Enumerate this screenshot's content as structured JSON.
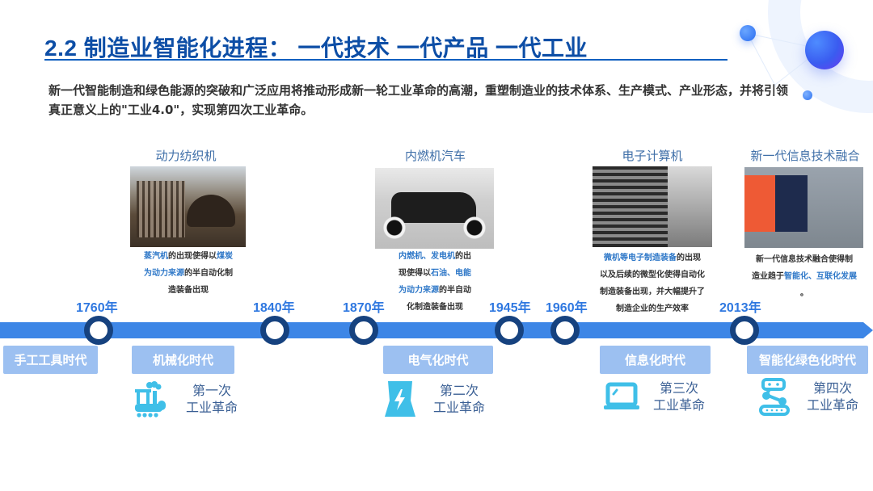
{
  "title": "2.2 制造业智能化进程： 一代技术 一代产品 一代工业",
  "intro": "新一代智能制造和绿色能源的突破和广泛应用将推动形成新一轮工业革命的高潮，重塑制造业的技术体系、生产模式、产业形态，并将引领真正意义上的\"工业4.0\"，实现第四次工业革命。",
  "colors": {
    "title": "#0d4ea6",
    "timeline_bar": "#3d86e6",
    "node_ring": "#16427f",
    "year": "#2f78e0",
    "era_box": "#9cc0f1",
    "icon": "#3fbfe8",
    "highlight": "#2f78c8"
  },
  "cards": [
    {
      "title": "动力纺织机",
      "image": "loom-photo",
      "desc": [
        [
          {
            "t": "蒸汽机",
            "hl": true
          },
          {
            "t": "的出现使得以",
            "hl": false
          },
          {
            "t": "煤炭",
            "hl": true
          }
        ],
        [
          {
            "t": "为动力来源",
            "hl": true
          },
          {
            "t": "的半自动化制",
            "hl": false
          }
        ],
        [
          {
            "t": "造装备出现",
            "hl": false
          }
        ]
      ]
    },
    {
      "title": "内燃机汽车",
      "image": "car-photo",
      "desc": [
        [
          {
            "t": "内燃机、发电机",
            "hl": true
          },
          {
            "t": "的出",
            "hl": false
          }
        ],
        [
          {
            "t": "现使得以",
            "hl": false
          },
          {
            "t": "石油、电能",
            "hl": true
          }
        ],
        [
          {
            "t": "为动力来源",
            "hl": true
          },
          {
            "t": "的半自动",
            "hl": false
          }
        ],
        [
          {
            "t": "化制造装备出现",
            "hl": false
          }
        ]
      ]
    },
    {
      "title": "电子计算机",
      "image": "computer-photo",
      "desc": [
        [
          {
            "t": "微机等电子制造装备",
            "hl": true
          },
          {
            "t": "的出现",
            "hl": false
          }
        ],
        [
          {
            "t": "以及后续的微型化使得自动化",
            "hl": false
          }
        ],
        [
          {
            "t": "制造装备出现，并大幅提升了",
            "hl": false
          }
        ],
        [
          {
            "t": "制造企业的生产效率",
            "hl": false
          }
        ]
      ]
    },
    {
      "title": "新一代信息技术融合",
      "image": "cnc-machine-photo",
      "desc": [
        [
          {
            "t": "新一代信息技术融合使得制",
            "hl": false
          }
        ],
        [
          {
            "t": "造业趋于",
            "hl": false
          },
          {
            "t": "智能化、互联化发展",
            "hl": true
          }
        ],
        [
          {
            "t": "。",
            "hl": false
          }
        ]
      ]
    }
  ],
  "timeline": {
    "years": [
      "1760年",
      "1840年",
      "1870年",
      "1945年",
      "1960年",
      "2013年"
    ],
    "eras": [
      "手工工具时代",
      "机械化时代",
      "电气化时代",
      "信息化时代",
      "智能化绿色化时代"
    ]
  },
  "revolutions": [
    {
      "line1": "第一次",
      "line2": "工业革命",
      "icon": "steam-train-icon"
    },
    {
      "line1": "第二次",
      "line2": "工业革命",
      "icon": "lightning-power-icon"
    },
    {
      "line1": "第三次",
      "line2": "工业革命",
      "icon": "laptop-icon"
    },
    {
      "line1": "第四次",
      "line2": "工业革命",
      "icon": "robot-conveyor-icon"
    }
  ]
}
